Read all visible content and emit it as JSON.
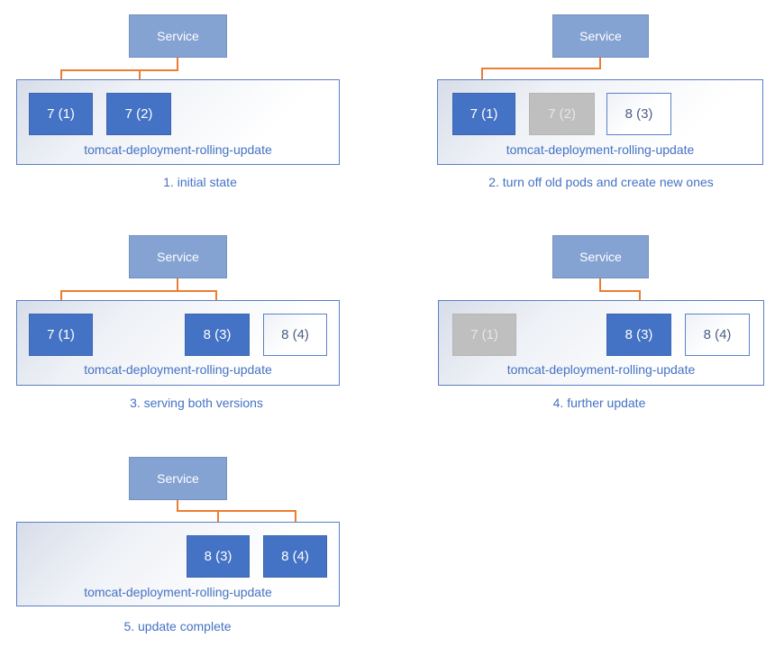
{
  "service_label": "Service",
  "deployment_label": "tomcat-deployment-rolling-update",
  "colors": {
    "arrow": "#ED7D31",
    "pod_active": "#4472C4",
    "pod_inactive": "#BFBFBF",
    "pod_inactive_text": "#E6E6E6",
    "service_fill": "#84A2D2",
    "service_border": "#7590BE",
    "accent_text": "#4472C4",
    "outline_border": "#5B82C9",
    "outline_text": "#4C5E85",
    "container_border": "#5B7FC4",
    "grad_a": "#d7dde9",
    "grad_b": "#ffffff"
  },
  "panels": [
    {
      "caption": "1. initial state",
      "pods": [
        {
          "label": "7 (1)",
          "state": "active"
        },
        {
          "label": "7 (2)",
          "state": "active"
        }
      ]
    },
    {
      "caption": "2. turn off old pods and create new ones",
      "pods": [
        {
          "label": "7 (1)",
          "state": "active"
        },
        {
          "label": "7 (2)",
          "state": "inactive"
        },
        {
          "label": "8 (3)",
          "state": "new"
        }
      ]
    },
    {
      "caption": "3. serving both versions",
      "pods": [
        {
          "label": "7 (1)",
          "state": "active"
        },
        {
          "label": "8 (3)",
          "state": "active"
        },
        {
          "label": "8 (4)",
          "state": "new"
        }
      ]
    },
    {
      "caption": "4. further update",
      "pods": [
        {
          "label": "7 (1)",
          "state": "inactive"
        },
        {
          "label": "8 (3)",
          "state": "active"
        },
        {
          "label": "8 (4)",
          "state": "new"
        }
      ]
    },
    {
      "caption": "5. update complete",
      "pods": [
        {
          "label": "8 (3)",
          "state": "active"
        },
        {
          "label": "8 (4)",
          "state": "active"
        }
      ]
    }
  ]
}
